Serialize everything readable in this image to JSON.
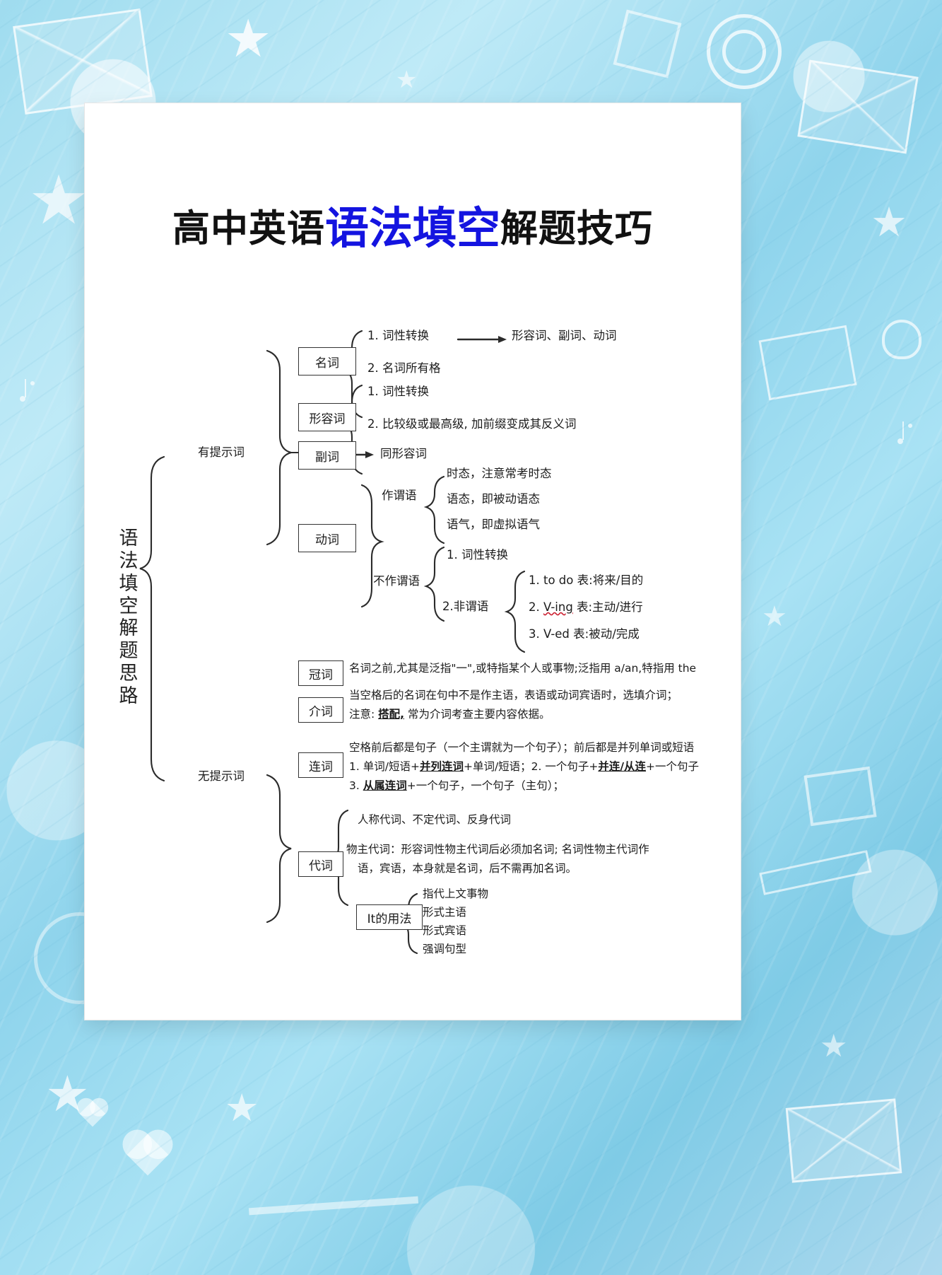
{
  "page": {
    "title_prefix": "高中英语",
    "title_highlight": "语法填空",
    "title_suffix": "解题技巧",
    "highlight_color": "#1414e0"
  },
  "mindmap": {
    "root_label": "语法填空解题思路",
    "branches": [
      {
        "label": "有提示词"
      },
      {
        "label": "无提示词"
      }
    ],
    "nodes": {
      "noun": "名词",
      "adjective": "形容词",
      "adverb": "副词",
      "verb": "动词",
      "article": "冠词",
      "preposition": "介词",
      "conjunction": "连词",
      "pronoun": "代词",
      "it_usage": "It的用法"
    },
    "noun_items": [
      "1. 词性转换",
      "2. 名词所有格"
    ],
    "noun_arrow_target": "形容词、副词、动词",
    "adjective_items": [
      "1. 词性转换",
      "2. 比较级或最高级, 加前缀变成其反义词"
    ],
    "adverb_target": "同形容词",
    "verb": {
      "predicate_label": "作谓语",
      "predicate_items": [
        "时态，注意常考时态",
        "语态，即被动语态",
        "语气，即虚拟语气"
      ],
      "nonpredicate_label": "不作谓语",
      "nonpredicate_items": [
        "1. 词性转换",
        "2.非谓语"
      ],
      "nonfinite_items": [
        {
          "n": "1.",
          "form": "to do",
          "meaning": "表:将来/目的"
        },
        {
          "n": "2.",
          "form": "V-ing",
          "meaning": "表:主动/进行"
        },
        {
          "n": "3.",
          "form": "V-ed",
          "meaning": "表:被动/完成"
        }
      ]
    },
    "article_text": "名词之前,尤其是泛指\"一\",或特指某个人或事物;泛指用 a/an,特指用 the",
    "preposition_text_1": "当空格后的名词在句中不是作主语，表语或动词宾语时，选填介词；",
    "preposition_text_2_a": "注意: ",
    "preposition_text_2_b": "搭配,",
    "preposition_text_2_c": " 常为介词考查主要内容依据。",
    "conjunction_line_1": "空格前后都是句子（一个主谓就为一个句子）；前后都是并列单词或短语",
    "conjunction_line_2_a": "1. 单词/短语+",
    "conjunction_line_2_b": "并列连词",
    "conjunction_line_2_c": "+单词/短语；2. 一个句子+",
    "conjunction_line_2_d": "并连/从连",
    "conjunction_line_2_e": "+一个句子",
    "conjunction_line_3_a": "3. ",
    "conjunction_line_3_b": "从属连词",
    "conjunction_line_3_c": "+一个句子，一个句子（主句）；",
    "pronoun_line_1": "人称代词、不定代词、反身代词",
    "pronoun_line_2": "物主代词：形容词性物主代词后必须加名词; 名词性物主代词作",
    "pronoun_line_3": "语，宾语，本身就是名词，后不需再加名词。",
    "it_items": [
      "指代上文事物",
      "形式主语",
      "形式宾语",
      "强调句型"
    ]
  }
}
